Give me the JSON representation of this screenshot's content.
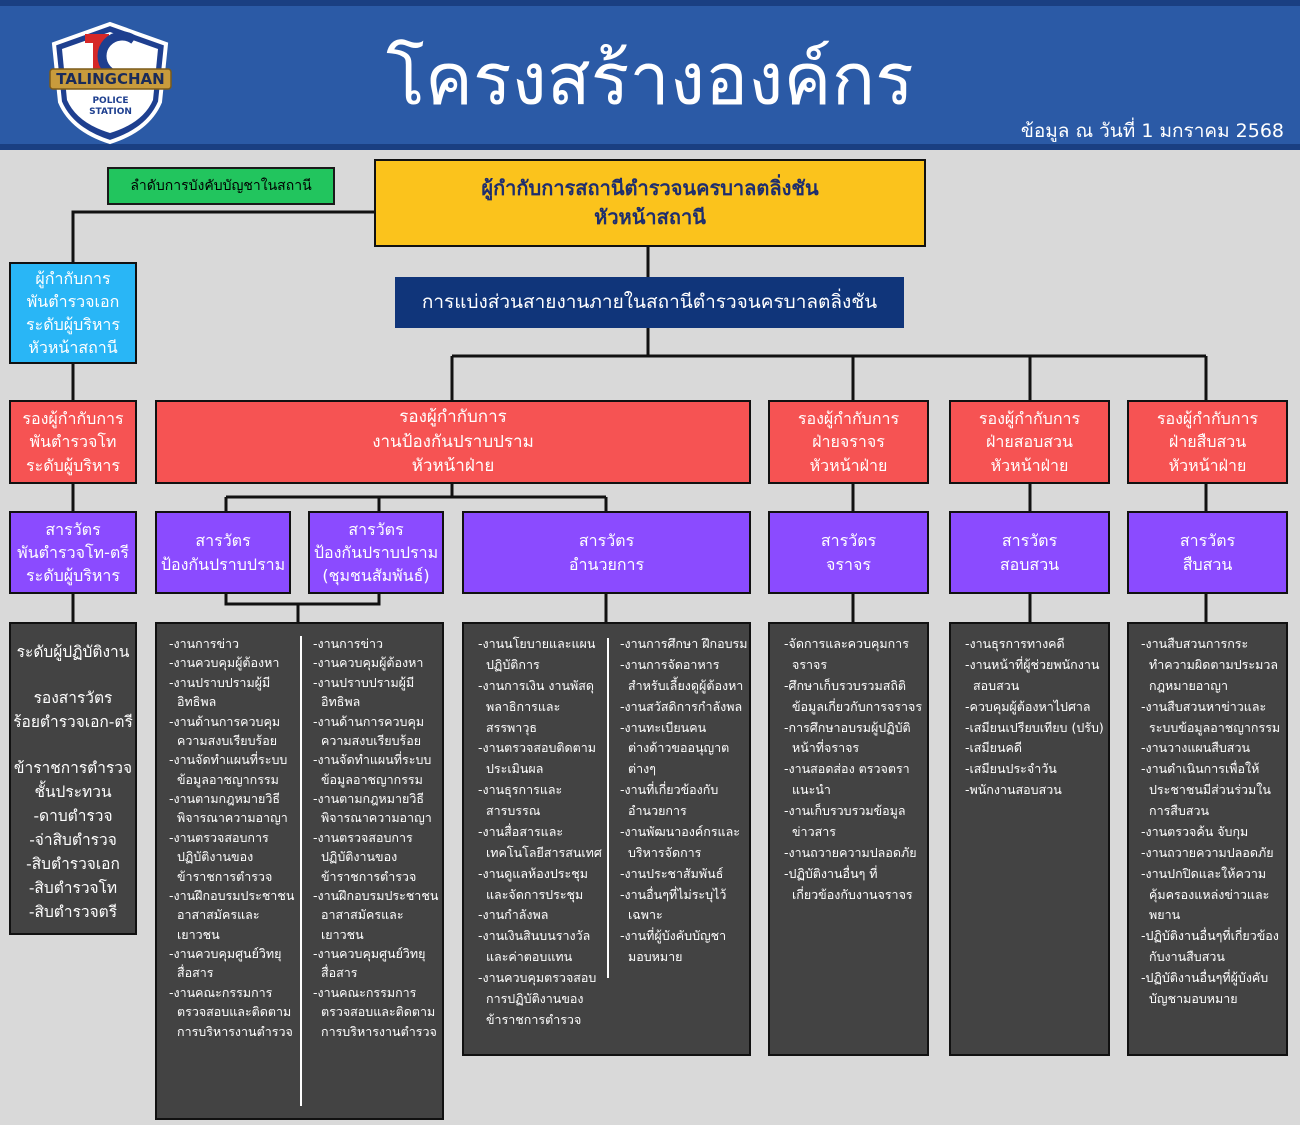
{
  "header": {
    "title": "โครงสร้างองค์กร",
    "date": "ข้อมูล ณ วันที่ 1 มกราคม 2568",
    "logo_text": "TALINGCHAN",
    "logo_sub1": "POLICE",
    "logo_sub2": "STATION",
    "logo_mark": "TC"
  },
  "legend_label": "ลำดับการบังคับบัญชาในสถานี",
  "chief": {
    "line1": "ผู้กำกับการสถานีตำรวจนครบาลตลิ่งชัน",
    "line2": "หัวหน้าสถานี"
  },
  "division_banner": "การแบ่งส่วนสายงานภายในสถานีตำรวจนครบาลตลิ่งชัน",
  "left_chain": {
    "superintendent": [
      "ผู้กำกับการ",
      "พันตำรวจเอก",
      "ระดับผู้บริหาร",
      "หัวหน้าสถานี"
    ],
    "deputy": [
      "รองผู้กำกับการ",
      "พันตำรวจโท",
      "ระดับผู้บริหาร"
    ],
    "inspector": [
      "สารวัตร",
      "พันตำรวจโท-ตรี",
      "ระดับผู้บริหาร"
    ],
    "levels": [
      "ระดับผู้ปฏิบัติงาน",
      "",
      "รองสารวัตร",
      "ร้อยตำรวจเอก-ตรี",
      "",
      "ข้าราชการตำรวจ",
      "ชั้นประทวน",
      "-ดาบตำรวจ",
      "-จ่าสิบตำรวจ",
      "-สิบตำรวจเอก",
      "-สิบตำรวจโท",
      "-สิบตำรวจตรี"
    ]
  },
  "deputies": {
    "prevention": [
      "รองผู้กำกับการ",
      "งานป้องกันปราบปราม",
      "หัวหน้าฝ่าย"
    ],
    "traffic": [
      "รองผู้กำกับการ",
      "ฝ่ายจราจร",
      "หัวหน้าฝ่าย"
    ],
    "inquiry": [
      "รองผู้กำกับการ",
      "ฝ่ายสอบสวน",
      "หัวหน้าฝ่าย"
    ],
    "investigation": [
      "รองผู้กำกับการ",
      "ฝ่ายสืบสวน",
      "หัวหน้าฝ่าย"
    ]
  },
  "inspectors": {
    "prevention1": [
      "สารวัตร",
      "ป้องกันปราบปราม"
    ],
    "prevention2": [
      "สารวัตร",
      "ป้องกันปราบปราม",
      "(ชุมชนสัมพันธ์)"
    ],
    "admin": [
      "สารวัตร",
      "อำนวยการ"
    ],
    "traffic": [
      "สารวัตร",
      "จราจร"
    ],
    "inquiry": [
      "สารวัตร",
      "สอบสวน"
    ],
    "investigation": [
      "สารวัตร",
      "สืบสวน"
    ]
  },
  "duties": {
    "prevention_a": [
      "-งานการข่าว",
      "-งานควบคุมผู้ต้องหา",
      "-งานปราบปรามผู้มีอิทธิพล",
      "-งานด้านการควบคุมความสงบเรียบร้อย",
      "-งานจัดทำแผนที่ระบบข้อมูลอาชญากรรม",
      "-งานตามกฎหมายวิธีพิจารณาความอาญา",
      "-งานตรวจสอบการปฏิบัติงานของข้าราชการตำรวจ",
      "-งานฝึกอบรมประชาชนอาสาสมัครและเยาวชน",
      "-งานควบคุมศูนย์วิทยุสื่อสาร",
      "-งานคณะกรรมการตรวจสอบและติดตาม การบริหารงานตำรวจ"
    ],
    "prevention_b": [
      "-งานการข่าว",
      "-งานควบคุมผู้ต้องหา",
      "-งานปราบปรามผู้มีอิทธิพล",
      "-งานด้านการควบคุมความสงบเรียบร้อย",
      "-งานจัดทำแผนที่ระบบข้อมูลอาชญากรรม",
      "-งานตามกฎหมายวิธีพิจารณาความอาญา",
      "-งานตรวจสอบการปฏิบัติงานของข้าราชการตำรวจ",
      "-งานฝึกอบรมประชาชนอาสาสมัครและเยาวชน",
      "-งานควบคุมศูนย์วิทยุสื่อสาร",
      "-งานคณะกรรมการตรวจสอบและติดตาม การบริหารงานตำรวจ"
    ],
    "admin_a": [
      "-งานนโยบายและแผนปฏิบัติการ",
      "-งานการเงิน งานพัสดุ พลาธิการและสรรพาวุธ",
      "-งานตรวจสอบติดตามประเมินผล",
      "-งานธุรการและสารบรรณ",
      "-งานสื่อสารและเทคโนโลยีสารสนเทศ",
      "-งานดูแลห้องประชุมและจัดการประชุม",
      "-งานกำลังพล",
      "-งานเงินสินบนรางวัลและค่าตอบแทน",
      "-งานควบคุมตรวจสอบการปฏิบัติงานของข้าราชการตำรวจ"
    ],
    "admin_b": [
      "-งานการศึกษา ฝึกอบรม",
      "-งานการจัดอาหารสำหรับเลี้ยงดูผู้ต้องหา",
      "-งานสวัสดิการกำลังพล",
      "-งานทะเบียนคนต่างด้าวขออนุญาตต่างๆ",
      "-งานที่เกี่ยวข้องกับอำนวยการ",
      "-งานพัฒนาองค์กรและบริหารจัดการ",
      "-งานประชาสัมพันธ์",
      "-งานอื่นๆที่ไม่ระบุไว้เฉพาะ",
      "-งานที่ผู้บังคับบัญชามอบหมาย"
    ],
    "traffic": [
      "-จัดการและควบคุมการจราจร",
      "-ศึกษาเก็บรวบรวมสถิติข้อมูลเกี่ยวกับการจราจร",
      "-การศึกษาอบรมผู้ปฏิบัติหน้าที่จราจร",
      "-งานสอดส่อง ตรวจตราแนะนำ",
      "-งานเก็บรวบรวมข้อมูลข่าวสาร",
      "-งานถวายความปลอดภัย",
      "-ปฏิบัติงานอื่นๆ ที่เกี่ยวข้องกับงานจราจร"
    ],
    "inquiry": [
      "-งานธุรการทางคดี",
      "-งานหน้าที่ผู้ช่วยพนักงานสอบสวน",
      "-ควบคุมผู้ต้องหาไปศาล",
      "-เสมียนเปรียบเทียบ (ปรับ)",
      "-เสมียนคดี",
      "-เสมียนประจำวัน",
      "-พนักงานสอบสวน"
    ],
    "investigation": [
      "-งานสืบสวนการกระทำความผิดตามประมวลกฎหมายอาญา",
      "-งานสืบสวนหาข่าวและระบบข้อมูลอาชญากรรม",
      "-งานวางแผนสืบสวน",
      "-งานดำเนินการเพื่อให้ประชาชนมีส่วนร่วมในการสืบสวน",
      "-งานตรวจค้น จับกุม",
      "-งานถวายความปลอดภัย",
      "-งานปกปิดและให้ความคุ้มครองแหล่งข่าวและพยาน",
      "-ปฏิบัติงานอื่นๆที่เกี่ยวข้องกับงานสืบสวน",
      "-ปฏิบัติงานอื่นๆที่ผู้บังคับบัญชามอบหมาย"
    ]
  },
  "colors": {
    "header": "#2b5aa6",
    "chief": "#fbc31c",
    "banner": "#10357a",
    "superintendent": "#29b6f6",
    "deputy": "#f65353",
    "inspector": "#8b4bff",
    "duties": "#434343",
    "legend": "#22c55e"
  }
}
